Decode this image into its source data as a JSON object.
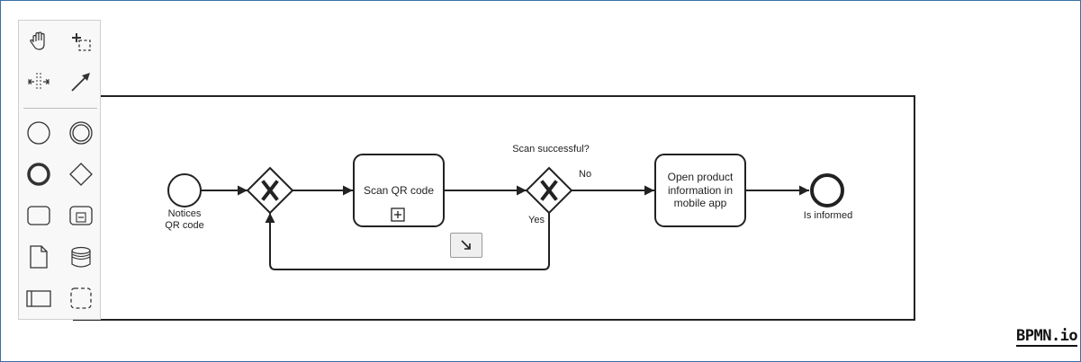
{
  "diagram": {
    "start_event_label_line1": "Notices",
    "start_event_label_line2": "QR code",
    "task_scan_label": "Scan QR code",
    "gateway_question": "Scan successful?",
    "flow_no_label": "No",
    "flow_yes_label": "Yes",
    "task_open_line1": "Open product",
    "task_open_line2": "information in",
    "task_open_line3": "mobile app",
    "end_event_label": "Is informed"
  },
  "palette": {
    "tools": [
      "hand-tool",
      "lasso-tool",
      "space-tool",
      "global-connect-tool",
      "start-event",
      "intermediate-event",
      "end-event",
      "gateway",
      "task",
      "subprocess-collapsed",
      "data-object",
      "data-store",
      "participant-pool",
      "group"
    ]
  },
  "logo": {
    "text": "BPMN.io"
  },
  "colors": {
    "stroke": "#222222",
    "frame_border": "#3b6fa8",
    "palette_bg": "#f8f8f8"
  }
}
